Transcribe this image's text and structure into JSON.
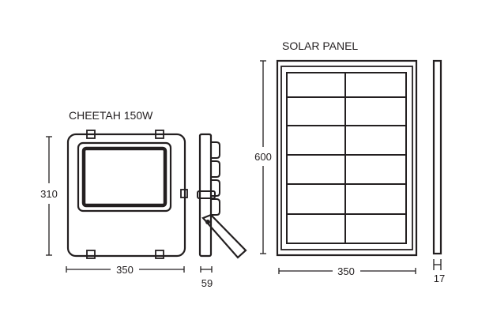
{
  "labels": {
    "lamp_title": "CHEETAH 150W",
    "panel_title": "SOLAR PANEL"
  },
  "dimensions": {
    "lamp_height": "310",
    "lamp_width": "350",
    "lamp_depth": "59",
    "panel_height": "600",
    "panel_width": "350",
    "panel_depth": "17"
  }
}
